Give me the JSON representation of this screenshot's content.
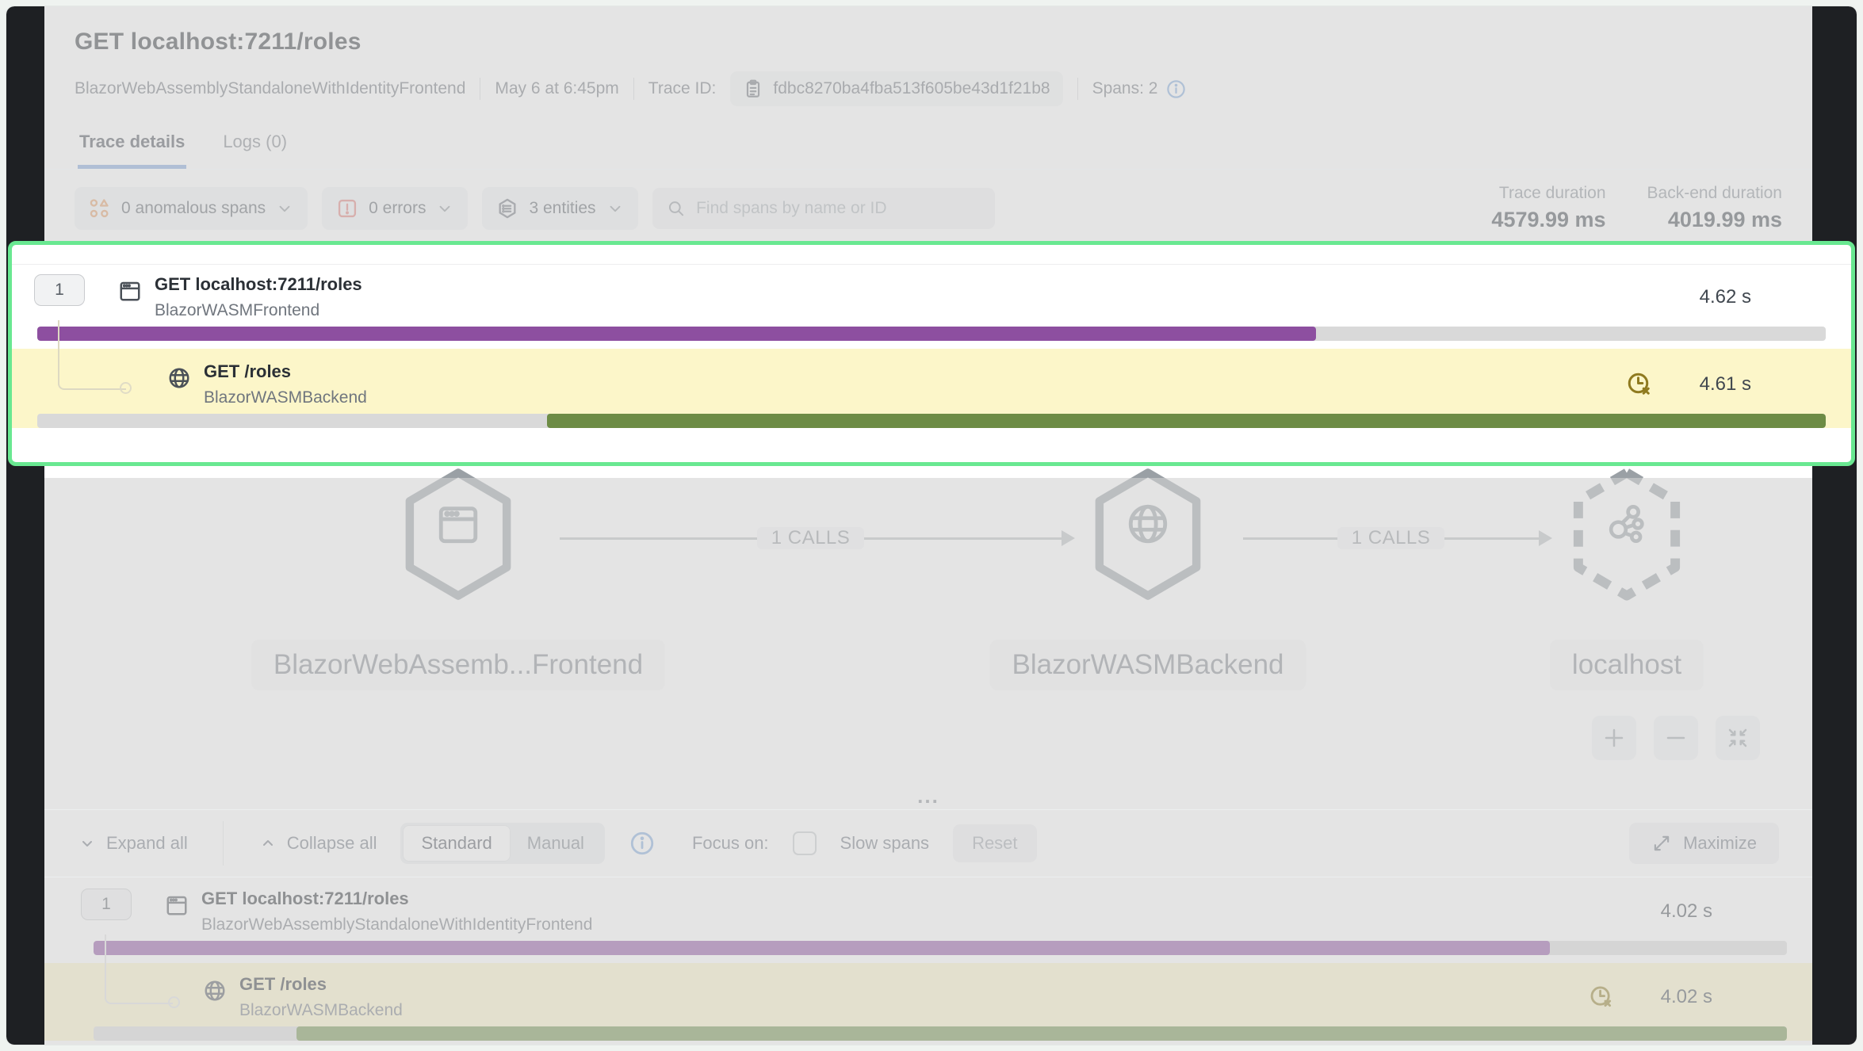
{
  "header": {
    "title": "GET localhost:7211/roles",
    "service": "BlazorWebAssemblyStandaloneWithIdentityFrontend",
    "timestamp": "May 6 at 6:45pm",
    "trace_id_label": "Trace ID:",
    "trace_id": "fdbc8270ba4fba513f605be43d1f21b8",
    "spans_label": "Spans: 2",
    "tabs": [
      {
        "label": "Trace details"
      },
      {
        "label": "Logs (0)"
      }
    ]
  },
  "filters": {
    "anomalous": "0 anomalous spans",
    "errors": "0 errors",
    "entities": "3 entities",
    "search_placeholder": "Find spans by name or ID",
    "trace_duration_label": "Trace duration",
    "trace_duration_value": "4579.99 ms",
    "backend_duration_label": "Back-end duration",
    "backend_duration_value": "4019.99 ms"
  },
  "highlight": {
    "rows": [
      {
        "badge": "1",
        "title": "GET localhost:7211/roles",
        "service": "BlazorWASMFrontend",
        "duration": "4.62 s",
        "bar_css": "left:0;width:71.5%"
      },
      {
        "title": "GET /roles",
        "service": "BlazorWASMBackend",
        "duration": "4.61 s",
        "bar_css": "left:28.5%;right:0"
      }
    ]
  },
  "map": {
    "nodes": [
      {
        "label": "BlazorWebAssemb...Frontend"
      },
      {
        "label": "BlazorWASMBackend"
      },
      {
        "label": "localhost"
      }
    ],
    "edges": [
      {
        "label": "1 CALLS"
      },
      {
        "label": "1 CALLS"
      }
    ]
  },
  "toolbar": {
    "expand_all": "Expand all",
    "collapse_all": "Collapse all",
    "standard": "Standard",
    "manual": "Manual",
    "focus_on": "Focus on:",
    "slow_spans": "Slow spans",
    "reset": "Reset",
    "maximize": "Maximize",
    "drag_handle": "..."
  },
  "bottom": {
    "rows": [
      {
        "badge": "1",
        "title": "GET localhost:7211/roles",
        "service": "BlazorWebAssemblyStandaloneWithIdentityFrontend",
        "duration": "4.02 s",
        "bar_css": "left:0;width:86%"
      },
      {
        "title": "GET /roles",
        "service": "BlazorWASMBackend",
        "duration": "4.02 s",
        "bar_css": "left:12%;right:0"
      }
    ]
  },
  "colors": {
    "highlight_border": "#69e891",
    "frontend_bar_purple": "#8d4fa0",
    "backend_bar_olive": "#6d8c45",
    "selected_row_yellow": "#fcf6c9",
    "bar_track_gray": "#d9d9d9",
    "tab_underline_blue": "#7da2d9",
    "anomalous_orange": "#e09a62",
    "error_red": "#df7b76",
    "slow_clock_olive": "#8f7a1f"
  }
}
